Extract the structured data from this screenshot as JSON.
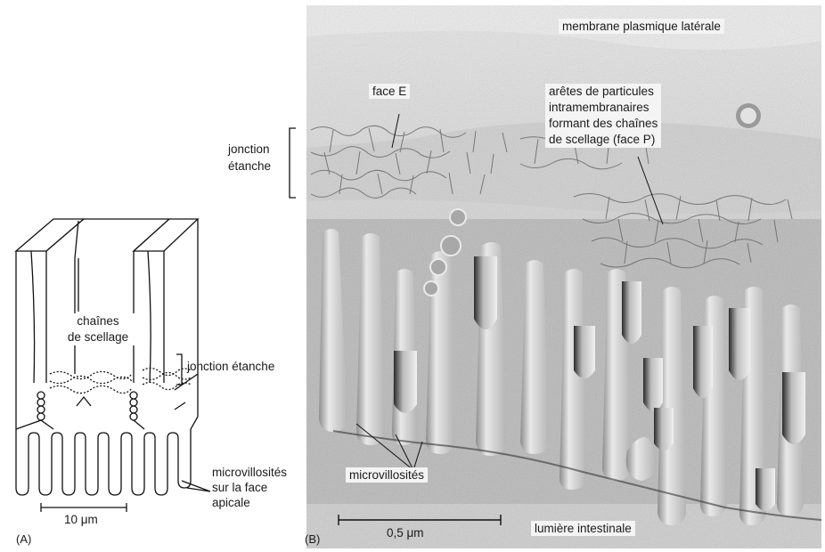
{
  "panel_a": {
    "letter": "(A)",
    "label_chains": [
      "chaînes",
      "de scellage"
    ],
    "label_tight_junction": "jonction étanche",
    "label_microvilli": [
      "microvillosités",
      "sur la face",
      "apicale"
    ],
    "scale_bar": "10 μm"
  },
  "panel_b": {
    "letter": "(B)",
    "label_lateral_membrane": "membrane plasmique latérale",
    "label_face_e": "face E",
    "label_tight_junction": [
      "jonction",
      "étanche"
    ],
    "label_ridges": [
      "arêtes de particules",
      "intramembranaires",
      "formant des chaînes",
      "de scellage (face P)"
    ],
    "label_microvilli": "microvillosités",
    "label_lumen": "lumière intestinale",
    "scale_bar": "0,5 μm"
  }
}
